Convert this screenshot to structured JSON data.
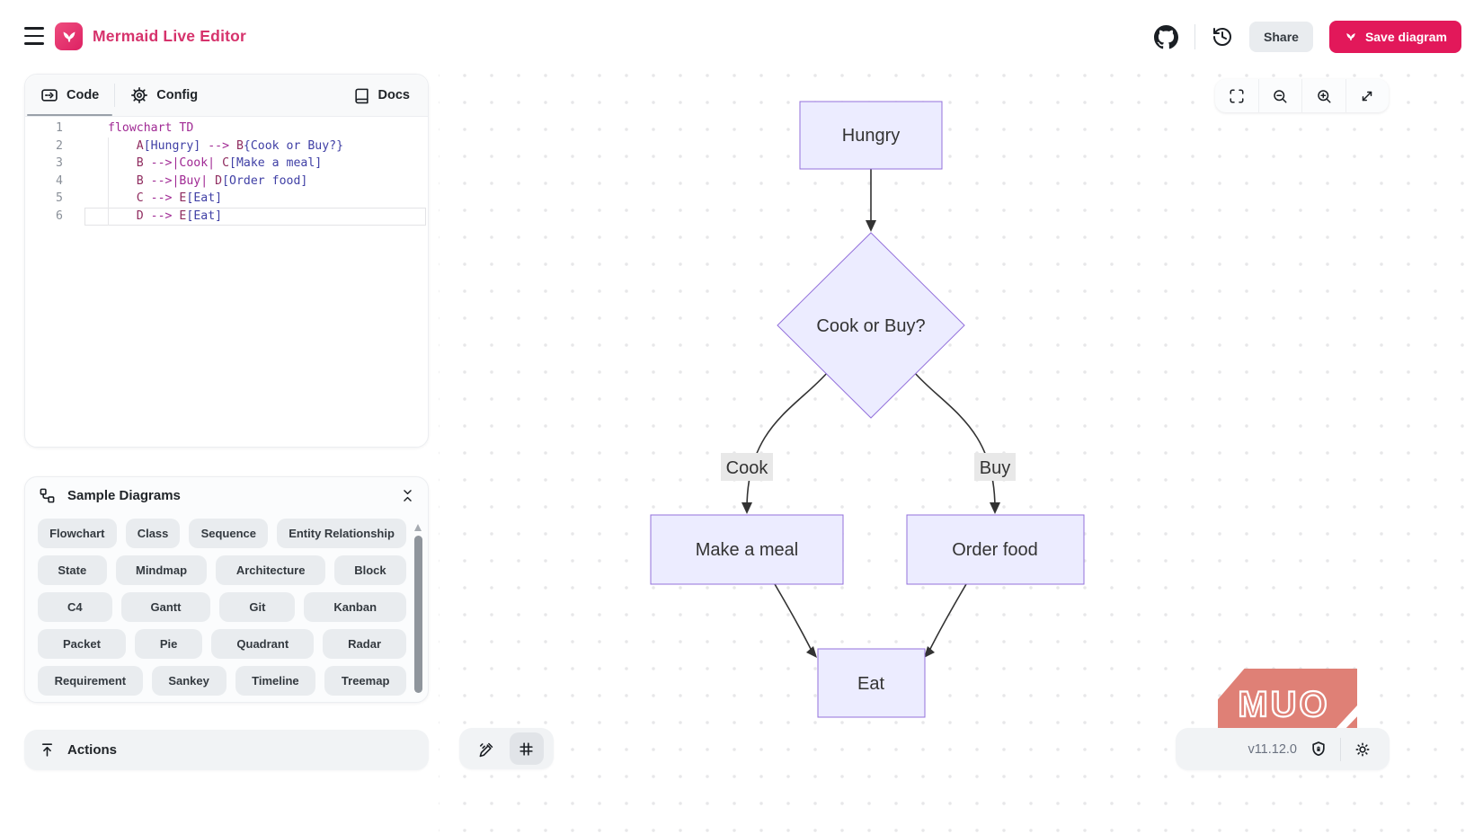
{
  "header": {
    "title": "Mermaid Live Editor",
    "share": "Share",
    "save": "Save diagram"
  },
  "editor": {
    "tab_code": "Code",
    "tab_config": "Config",
    "docs": "Docs",
    "lines": [
      {
        "num": "1",
        "k": "flowchart TD"
      },
      {
        "num": "2",
        "ind": "    ",
        "i1": "A",
        "b1": "[Hungry]",
        "a": " --> ",
        "i2": "B",
        "b2": "{Cook or Buy?}"
      },
      {
        "num": "3",
        "ind": "    ",
        "i1": "B",
        "a": " -->",
        "l": "|Cook|",
        "sp": " ",
        "i2": "C",
        "b": "[Make a meal]"
      },
      {
        "num": "4",
        "ind": "    ",
        "i1": "B",
        "a": " -->",
        "l": "|Buy|",
        "sp": " ",
        "i2": "D",
        "b": "[Order food]"
      },
      {
        "num": "5",
        "ind": "    ",
        "i1": "C",
        "a": " --> ",
        "i2": "E",
        "b": "[Eat]"
      },
      {
        "num": "6",
        "ind": "    ",
        "i1": "D",
        "a": " --> ",
        "i2": "E",
        "b": "[Eat]"
      }
    ]
  },
  "samples": {
    "title": "Sample Diagrams",
    "items": [
      "Flowchart",
      "Class",
      "Sequence",
      "Entity Relationship",
      "State",
      "Mindmap",
      "Architecture",
      "Block",
      "C4",
      "Gantt",
      "Git",
      "Kanban",
      "Packet",
      "Pie",
      "Quadrant",
      "Radar",
      "Requirement",
      "Sankey",
      "Timeline",
      "Treemap"
    ]
  },
  "actions": {
    "label": "Actions"
  },
  "diagram": {
    "nodes": {
      "hungry": "Hungry",
      "decision": "Cook or Buy?",
      "meal": "Make a meal",
      "order": "Order food",
      "eat": "Eat"
    },
    "edge_labels": {
      "cook": "Cook",
      "buy": "Buy"
    },
    "colors": {
      "node_fill": "#ECECFF",
      "node_border": "#9370DB",
      "edge": "#333333",
      "label_bg": "#e8e8e8"
    }
  },
  "footer": {
    "version": "v11.12.0",
    "watermark": "MUO"
  },
  "colors": {
    "brand": "#d6336c",
    "save_bg": "#e2185a",
    "logo_bg": "#ee4d7e"
  }
}
